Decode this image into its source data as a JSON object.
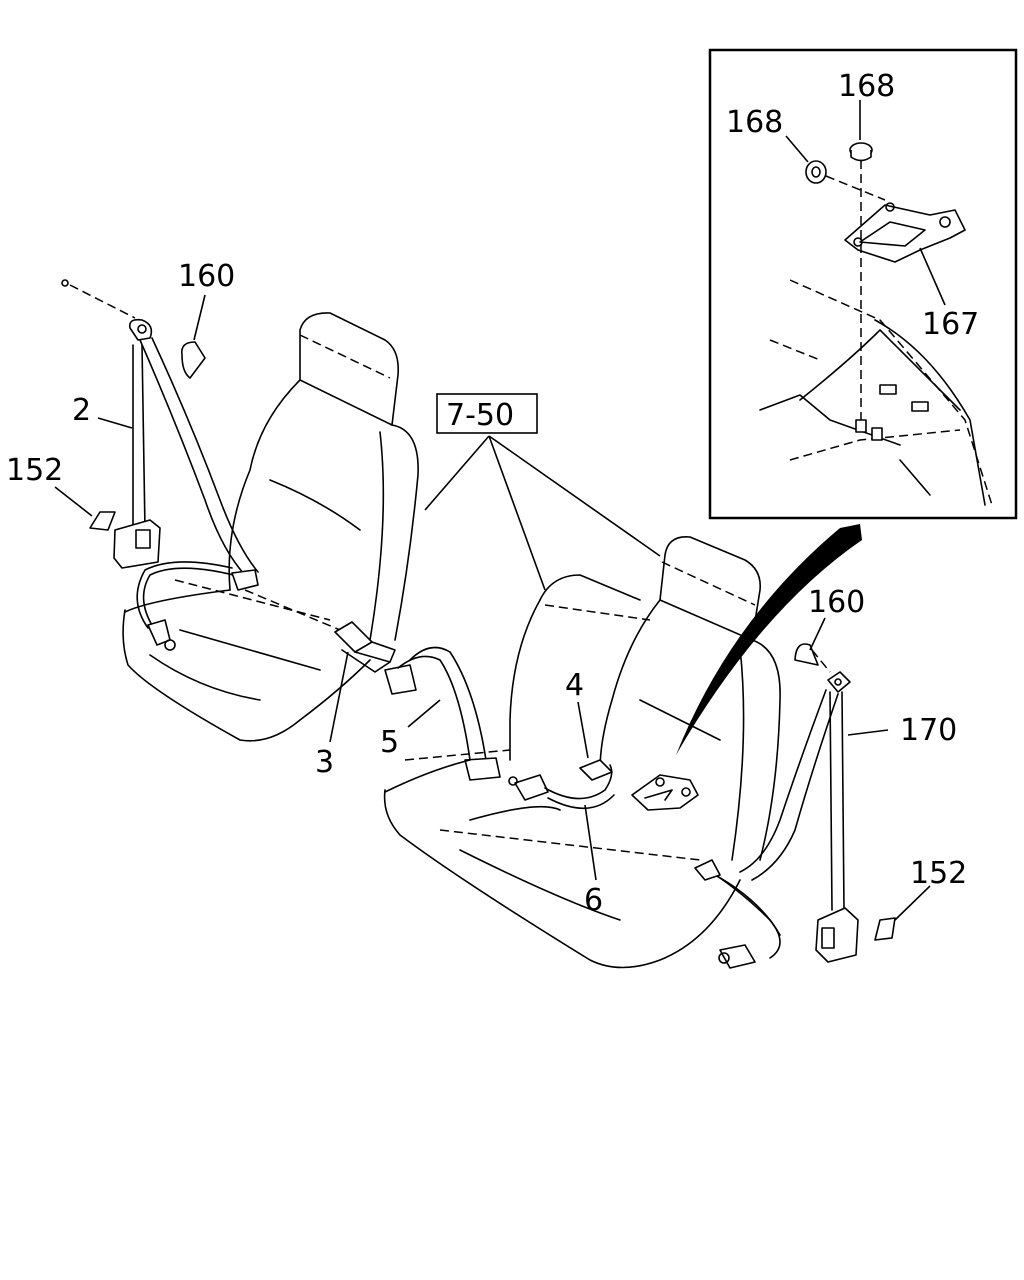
{
  "callouts": {
    "c160_left": "160",
    "c2": "2",
    "c152_left": "152",
    "c7_50": "7-50",
    "c3": "3",
    "c5": "5",
    "c4": "4",
    "c6": "6",
    "c160_right": "160",
    "c170": "170",
    "c152_right": "152",
    "c168_top": "168",
    "c168_left": "168",
    "c167": "167"
  },
  "colors": {
    "line": "#000000",
    "background": "#ffffff"
  }
}
